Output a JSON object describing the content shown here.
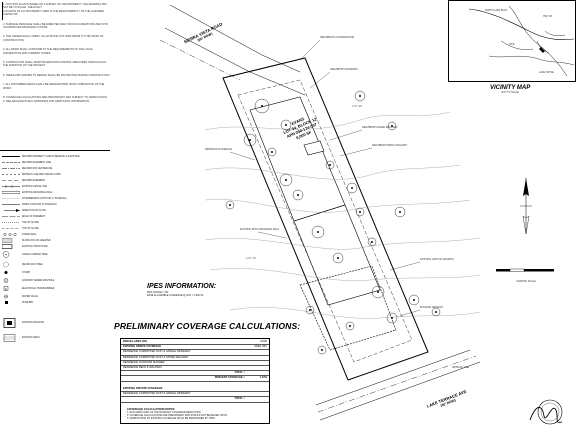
{
  "general_notes": {
    "lines": [
      "1. THIS SITE PLAN IS BASED ON A SURVEY OF THE PROPERTY, THE DRAWING MAY NOT BE TO SCALE. THE EXACT",
      "LOCATION OF ALL BOUNDARY LINES IS THE RESPONSIBILITY OF THE LICENSED SURVEYOR.",
      "2. SURFACE DRAINAGE SHALL BE DIRECTED AWAY FROM FOUNDATIONS AND INTO AN APPROVED DRAINAGE SYSTEM.",
      "3. THE OWNER SHALL VERIFY ALL EXISTING UTILITIES PRIOR TO THE START OF CONSTRUCTION.",
      "4. ALL WORK SHALL CONFORM TO THE REQUIREMENTS OF THE LOCAL JURISDICTION AND CURRENT CODES.",
      "5. CONTRACTOR SHALL MAINTAIN EROSION CONTROL MEASURES THROUGHOUT THE DURATION OF THE PROJECT.",
      "6. TREES AND SHRUBS TO REMAIN SHALL BE PROTECTED DURING CONSTRUCTION.",
      "7. ALL DISTURBED AREAS SHALL BE REVEGETATED UPON COMPLETION OF THE WORK.",
      "8. COVERAGE CALCULATIONS ARE PRELIMINARY AND SUBJECT TO VERIFICATION.",
      "9. SEE ARCHITECTURAL DRAWINGS FOR ADDITIONAL INFORMATION."
    ]
  },
  "legend": {
    "items": [
      "RECORD PROPERTY LINE W/ BEARING & DISTANCE",
      "RECORD EASEMENT LINE",
      "RECORD R/W CENTERLINE",
      "SETBACK LINE PER ZONING CODE",
      "RECORD EASEMENT",
      "EXISTING FENCE LINE",
      "EXISTING RETAINING WALL",
      "INTERMEDIATE CONTOUR (1' INTERVAL)",
      "INDEX CONTOUR (5' INTERVAL)",
      "DIRECTION OF FLOW",
      "EDGE OF PAVEMENT",
      "TOE OF SLOPE",
      "TOP OF SLOPE",
      "STONE WALL",
      "SLOPE 30% OR GREATER",
      "EXISTING STRUCTURE",
      "LARGE CONIFER TREE",
      "DECIDUOUS TREE",
      "STUMP",
      "SANITARY SEWER MANHOLE",
      "ELECTRICAL TRANSFORMER",
      "WATER VALVE",
      "HOSE BIB",
      "EXISTING BUILDING",
      "EXISTING DECK"
    ]
  },
  "site": {
    "road_top": "SIERRA VISTA ROAD",
    "road_top_row": "(60' ROW)",
    "road_bottom": "LAKE TERRACE AVE",
    "road_bottom_row": "(60' ROW)",
    "owner": "EVANS",
    "lot": "LOT 94, BLOCK 12",
    "apn": "APN 094-174-007",
    "area": "9,000 SF",
    "lot_label": "LOT 95",
    "lot_label_b": "LOT 93"
  },
  "vicinity": {
    "title": "VICINITY MAP",
    "scale": "NOT TO SCALE"
  },
  "ipes": {
    "title": "IPES INFORMATION:",
    "line1": "IPES SCORE = 794",
    "line2": "BASE ALLOWABLE COVERAGE @ 20% = 1,800 SF"
  },
  "coverage": {
    "title": "PRELIMINARY COVERAGE CALCULATIONS:",
    "rows": [
      {
        "label": "PARCEL AREA (SF)",
        "value": "9,000"
      },
      {
        "label": "EXISTING ONSITE COVERAGE",
        "value": "AREA (SF)"
      },
      {
        "label": "RESIDENCE COMPACTED SOFT & GRAVEL DRIVEWAY",
        "value": ""
      },
      {
        "label": "RESIDENCE COMPACTED SOFT & STONE WALKWAY",
        "value": ""
      },
      {
        "label": "RESIDENCE OUTDOOR SHOWER",
        "value": ""
      },
      {
        "label": "RESIDENCE DECK & WALKWAY",
        "value": ""
      },
      {
        "label": "TOTAL =",
        "value": ""
      },
      {
        "label": "PERCENT COVERAGE =",
        "value": "1.72%"
      }
    ],
    "offsite_title": "EXISTING OFFSITE COVERAGE",
    "offsite_rows": [
      {
        "label": "RESIDENCE COMPACTED SOFT & GRAVEL DRIVEWAY",
        "value": ""
      },
      {
        "label": "TOTAL =",
        "value": ""
      }
    ],
    "notes_title": "COVERAGE CALCULATION NOTES:",
    "notes": [
      "1. EXCLUDES 100% OF THE ROADWAY COVERAGE REDUCTION",
      "2. COVERAGE CALCULATIONS ARE PRELIMINARY AND SHOULD NOT BE RELIED UPON.",
      "3. VERIFICATION OF EXISTING COVERAGE SHALL BE PERFORMED BY TRPA."
    ]
  },
  "north_arrow": {
    "scale_label": "GRAPHIC SCALE"
  },
  "colors": {
    "ink": "#000000",
    "gray": "#777777"
  }
}
